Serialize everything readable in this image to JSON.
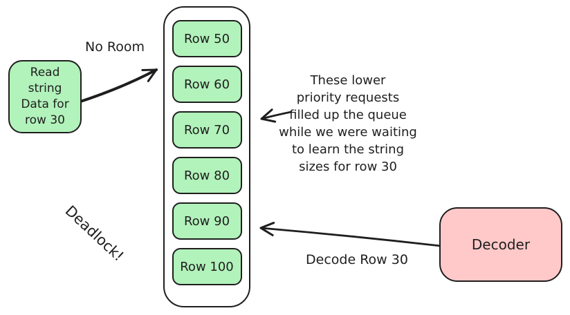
{
  "colors": {
    "stroke": "#1e1e1e",
    "green_fill": "#b2f2bb",
    "pink_fill": "#ffc9c9",
    "background": "#ffffff"
  },
  "request_box": {
    "lines": [
      "Read",
      "string",
      "Data for",
      "row 30"
    ]
  },
  "queue": {
    "rows": [
      "Row 50",
      "Row 60",
      "Row 70",
      "Row 80",
      "Row 90",
      "Row 100"
    ]
  },
  "annotation": {
    "lines": [
      "These lower",
      "priority requests",
      "filled up the queue",
      "while we were waiting",
      "to learn the string",
      "sizes for row 30"
    ]
  },
  "decoder": {
    "label": "Decoder"
  },
  "labels": {
    "no_room": "No Room",
    "decode_row": "Decode Row 30",
    "deadlock": "Deadlock!"
  }
}
